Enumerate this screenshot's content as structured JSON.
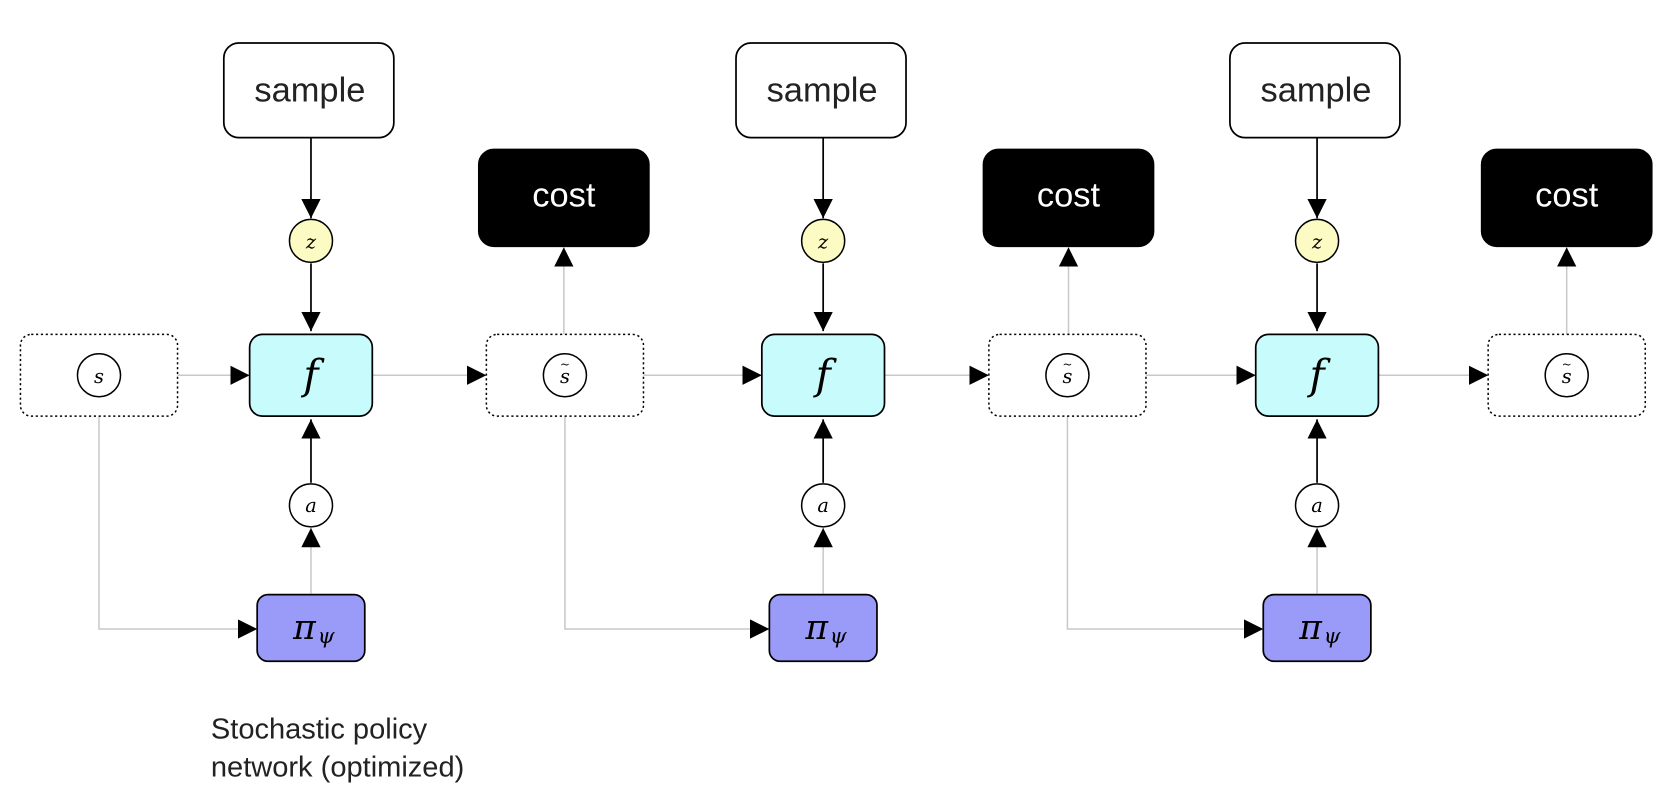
{
  "diagram": {
    "title": "Stochastic policy rollout with sampled noise",
    "caption_line1": "Stochastic policy",
    "caption_line2": "network (optimized)",
    "colors": {
      "f_fill": "#c8fbfc",
      "pi_fill": "#9a9af9",
      "z_fill": "#fdfbc4",
      "cost_fill": "#000000",
      "sample_fill": "#ffffff",
      "edge_dark": "#000000",
      "edge_light": "#c8c8c8"
    },
    "steps": [
      {
        "state_label": "s",
        "state_tilde": false,
        "sample_label": "sample",
        "z_label": "z",
        "f_label": "f",
        "a_label": "a",
        "pi_label": "π",
        "pi_sub": "ψ",
        "next_state_label": "s",
        "next_state_tilde": true,
        "cost_label": "cost"
      },
      {
        "state_label": "s",
        "state_tilde": true,
        "sample_label": "sample",
        "z_label": "z",
        "f_label": "f",
        "a_label": "a",
        "pi_label": "π",
        "pi_sub": "ψ",
        "next_state_label": "s",
        "next_state_tilde": true,
        "cost_label": "cost"
      },
      {
        "state_label": "s",
        "state_tilde": true,
        "sample_label": "sample",
        "z_label": "z",
        "f_label": "f",
        "a_label": "a",
        "pi_label": "π",
        "pi_sub": "ψ",
        "next_state_label": "s",
        "next_state_tilde": true,
        "cost_label": "cost"
      }
    ]
  }
}
